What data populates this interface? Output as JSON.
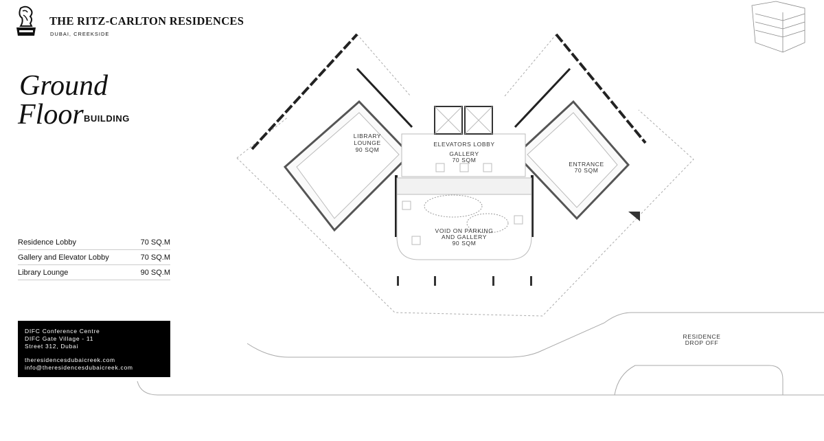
{
  "brand": {
    "name": "THE RITZ-CARLTON RESIDENCES",
    "location": "DUBAI, CREEKSIDE",
    "logo_icon": "lion-crown-logo"
  },
  "page_title": {
    "line1": "Ground",
    "line2": "Floor",
    "suffix": "BUILDING"
  },
  "areas": [
    {
      "name": "Residence Lobby",
      "size": "70 SQ.M"
    },
    {
      "name": "Gallery and Elevator Lobby",
      "size": "70 SQ.M"
    },
    {
      "name": "Library Lounge",
      "size": "90 SQ.M"
    }
  ],
  "contact": {
    "line1": "DIFC Conference Centre",
    "line2": "DIFC Gate Village - 11",
    "line3": "Street 312, Dubai",
    "website": "theresidencesdubaicreek.com",
    "email": "info@theresidencesdubaicreek.com"
  },
  "plan_labels": {
    "library": [
      "LIBRARY",
      "LOUNGE",
      "90 SQM"
    ],
    "elevators": "ELEVATORS LOBBY",
    "gallery": [
      "GALLERY",
      "70 SQM"
    ],
    "entrance": [
      "ENTRANCE",
      "70 SQM"
    ],
    "void": [
      "VOID ON PARKING",
      "AND GALLERY",
      "90 SQM"
    ],
    "dropoff": [
      "RESIDENCE",
      "DROP OFF"
    ]
  },
  "colors": {
    "ink": "#111111",
    "line": "#9a9a9a",
    "panel": "#000000"
  }
}
